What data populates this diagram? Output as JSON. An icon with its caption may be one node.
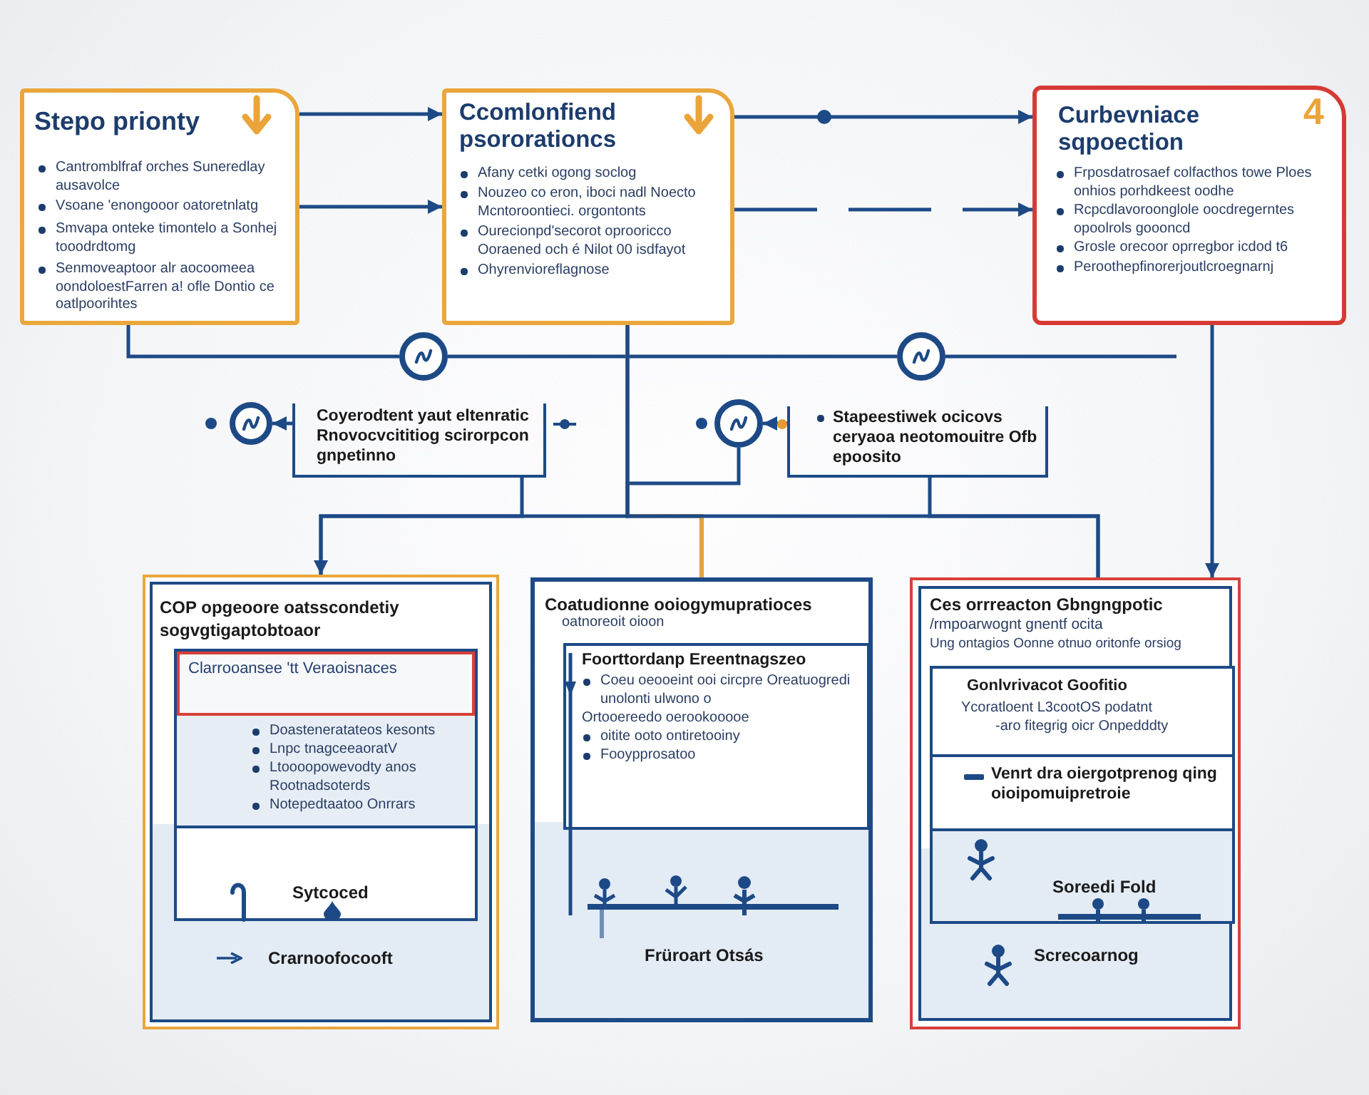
{
  "diagram": {
    "nodes": [
      {
        "text": [
          "Stepo prionty",
          "Cantromblfraf orches Suneredlay ausavolce",
          "Vsoane 'enongooor oatoretnlatg",
          "Smvapa onteke timontelo a Sonhej tooodrdtomg",
          "Senmoveaptoor alr aocoomeea oondoloestFarren a! ofle Dontio ce oatlpoorihtes"
        ]
      },
      {
        "text": [
          "Ccomlonfiend psororationcs",
          "Afany cetki ogong soclog",
          "Nouzeo co eron, iboci nadl Noecto Mcntoroontieci. orgontonts",
          "Ourecionpd'secorot oprooricco Ooraened och é Nilot 00 isdfayot",
          "Ohyrenvioreflagnose"
        ]
      },
      {
        "text": [
          "Curbevniace sqpoection",
          "4",
          "Frposdatrosaef colfacthos towe Ploes onhios porhdkeest oodhe",
          "Rcpcdlavoroonglole oocdregerntes opoolrols goooncd",
          "Grosle orecoor oprregbor icdod t6",
          "Peroothepfinorerjoutlcroegnarnj"
        ]
      },
      {
        "text": [],
        "shape": "circle"
      },
      {
        "text": [],
        "shape": "circle"
      },
      {
        "text": [],
        "shape": "circle"
      },
      {
        "text": [
          "Coyerodtent yaut eltenratic Rnovocvcititiog scirorpcon gnpetinno"
        ]
      },
      {
        "text": [],
        "shape": "circle"
      },
      {
        "text": [
          "Stapeestiwek ocicovs ceryaoa neotomouitre Ofb epoosito"
        ]
      },
      {
        "text": [
          "COP opgeoore oatsscondetiy sogvgtigaptobtoaor",
          "Crarnoofocooft"
        ]
      },
      {
        "text": [
          "Sytcoced"
        ],
        "in": 9
      },
      {
        "text": [
          "Clarrooansee 'tt Veraoisnaces"
        ],
        "in": 10
      },
      {
        "text": [
          "Doasteneratateos kesonts",
          "Lnpc tnagceeaoratV",
          "Ltoooopowevodty anos Rootnadsoterds",
          "Notepedtaatoo Onrrars"
        ],
        "in": 10
      },
      {
        "text": [
          "Coatudionne ooiogymupratioces",
          "oatnoreoit oioon",
          "Früroart Otsás"
        ]
      },
      {
        "text": [
          "Foorttordanp Ereentnagszeo",
          "Coeu oeooeint ooi circpre Oreatuogredi unolonti ulwono o",
          "Ortooereedo oerookooooe",
          "oitite ooto ontiretooiny",
          "Fooypprosatoo"
        ],
        "in": 13
      },
      {
        "text": [
          "Ces orrreacton Gbngngpotic",
          "/rmpoarwognt gnentf ocita",
          "Ung ontagios Oonne otnuo oritonfe orsiog",
          "Screcoarnog"
        ]
      },
      {
        "text": [
          "Soreedi Fold"
        ],
        "in": 15
      },
      {
        "text": [
          "Gonlvrivacot Goofitio",
          "Ycoratloent L3cootOS podatnt",
          "-aro fitegrig oicr Onpedddty"
        ],
        "in": 16
      },
      {
        "text": [
          "Venrt dra oiergotprenog qing oioipomuipretroie"
        ],
        "in": 16
      }
    ],
    "edges": [
      {
        "from": 0,
        "to": 1,
        "arrow": "to"
      },
      {
        "from": 0,
        "to": 1,
        "arrow": "to"
      },
      {
        "from": 1,
        "to": 2,
        "arrow": "to"
      },
      {
        "from": 1,
        "to": 2,
        "arrow": "to",
        "style": "dashed"
      },
      {
        "from": 0,
        "to": 3,
        "arrow": "none"
      },
      {
        "from": 3,
        "to": 4,
        "arrow": "none"
      },
      {
        "from": 4,
        "to": null,
        "arrow": "none"
      },
      {
        "from": 6,
        "to": 5,
        "arrow": "to"
      },
      {
        "from": 8,
        "to": 7,
        "arrow": "to"
      },
      {
        "from": 7,
        "to": 13,
        "arrow": "none"
      },
      {
        "from": 1,
        "to": 13,
        "arrow": "none",
        "color": "#e9a23b"
      },
      {
        "from": 1,
        "to": 9,
        "arrow": "to"
      },
      {
        "from": 1,
        "to": 15,
        "arrow": "none"
      },
      {
        "from": 2,
        "to": 15,
        "arrow": "to"
      },
      {
        "from": 6,
        "to": 9,
        "arrow": "none"
      },
      {
        "from": 8,
        "to": 15,
        "arrow": "none"
      }
    ]
  }
}
